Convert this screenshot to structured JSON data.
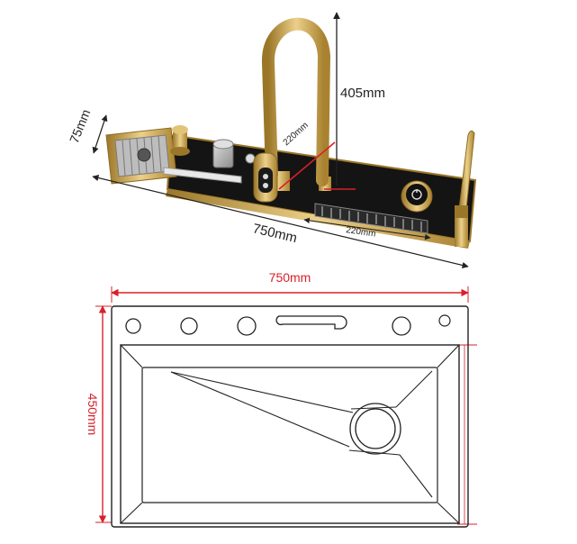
{
  "top_view": {
    "height_label": "405mm",
    "depth_label": "75mm",
    "spout_reach_label": "220mm",
    "length_label": "750mm",
    "inner_length_label": "220mm"
  },
  "plan_view": {
    "width_label": "750mm",
    "height_label": "450mm"
  },
  "colors": {
    "gold": "#c8a24a",
    "gold_dark": "#9a7628",
    "panel_black": "#141414",
    "dimension_red": "#d8202a",
    "line": "#222222"
  }
}
